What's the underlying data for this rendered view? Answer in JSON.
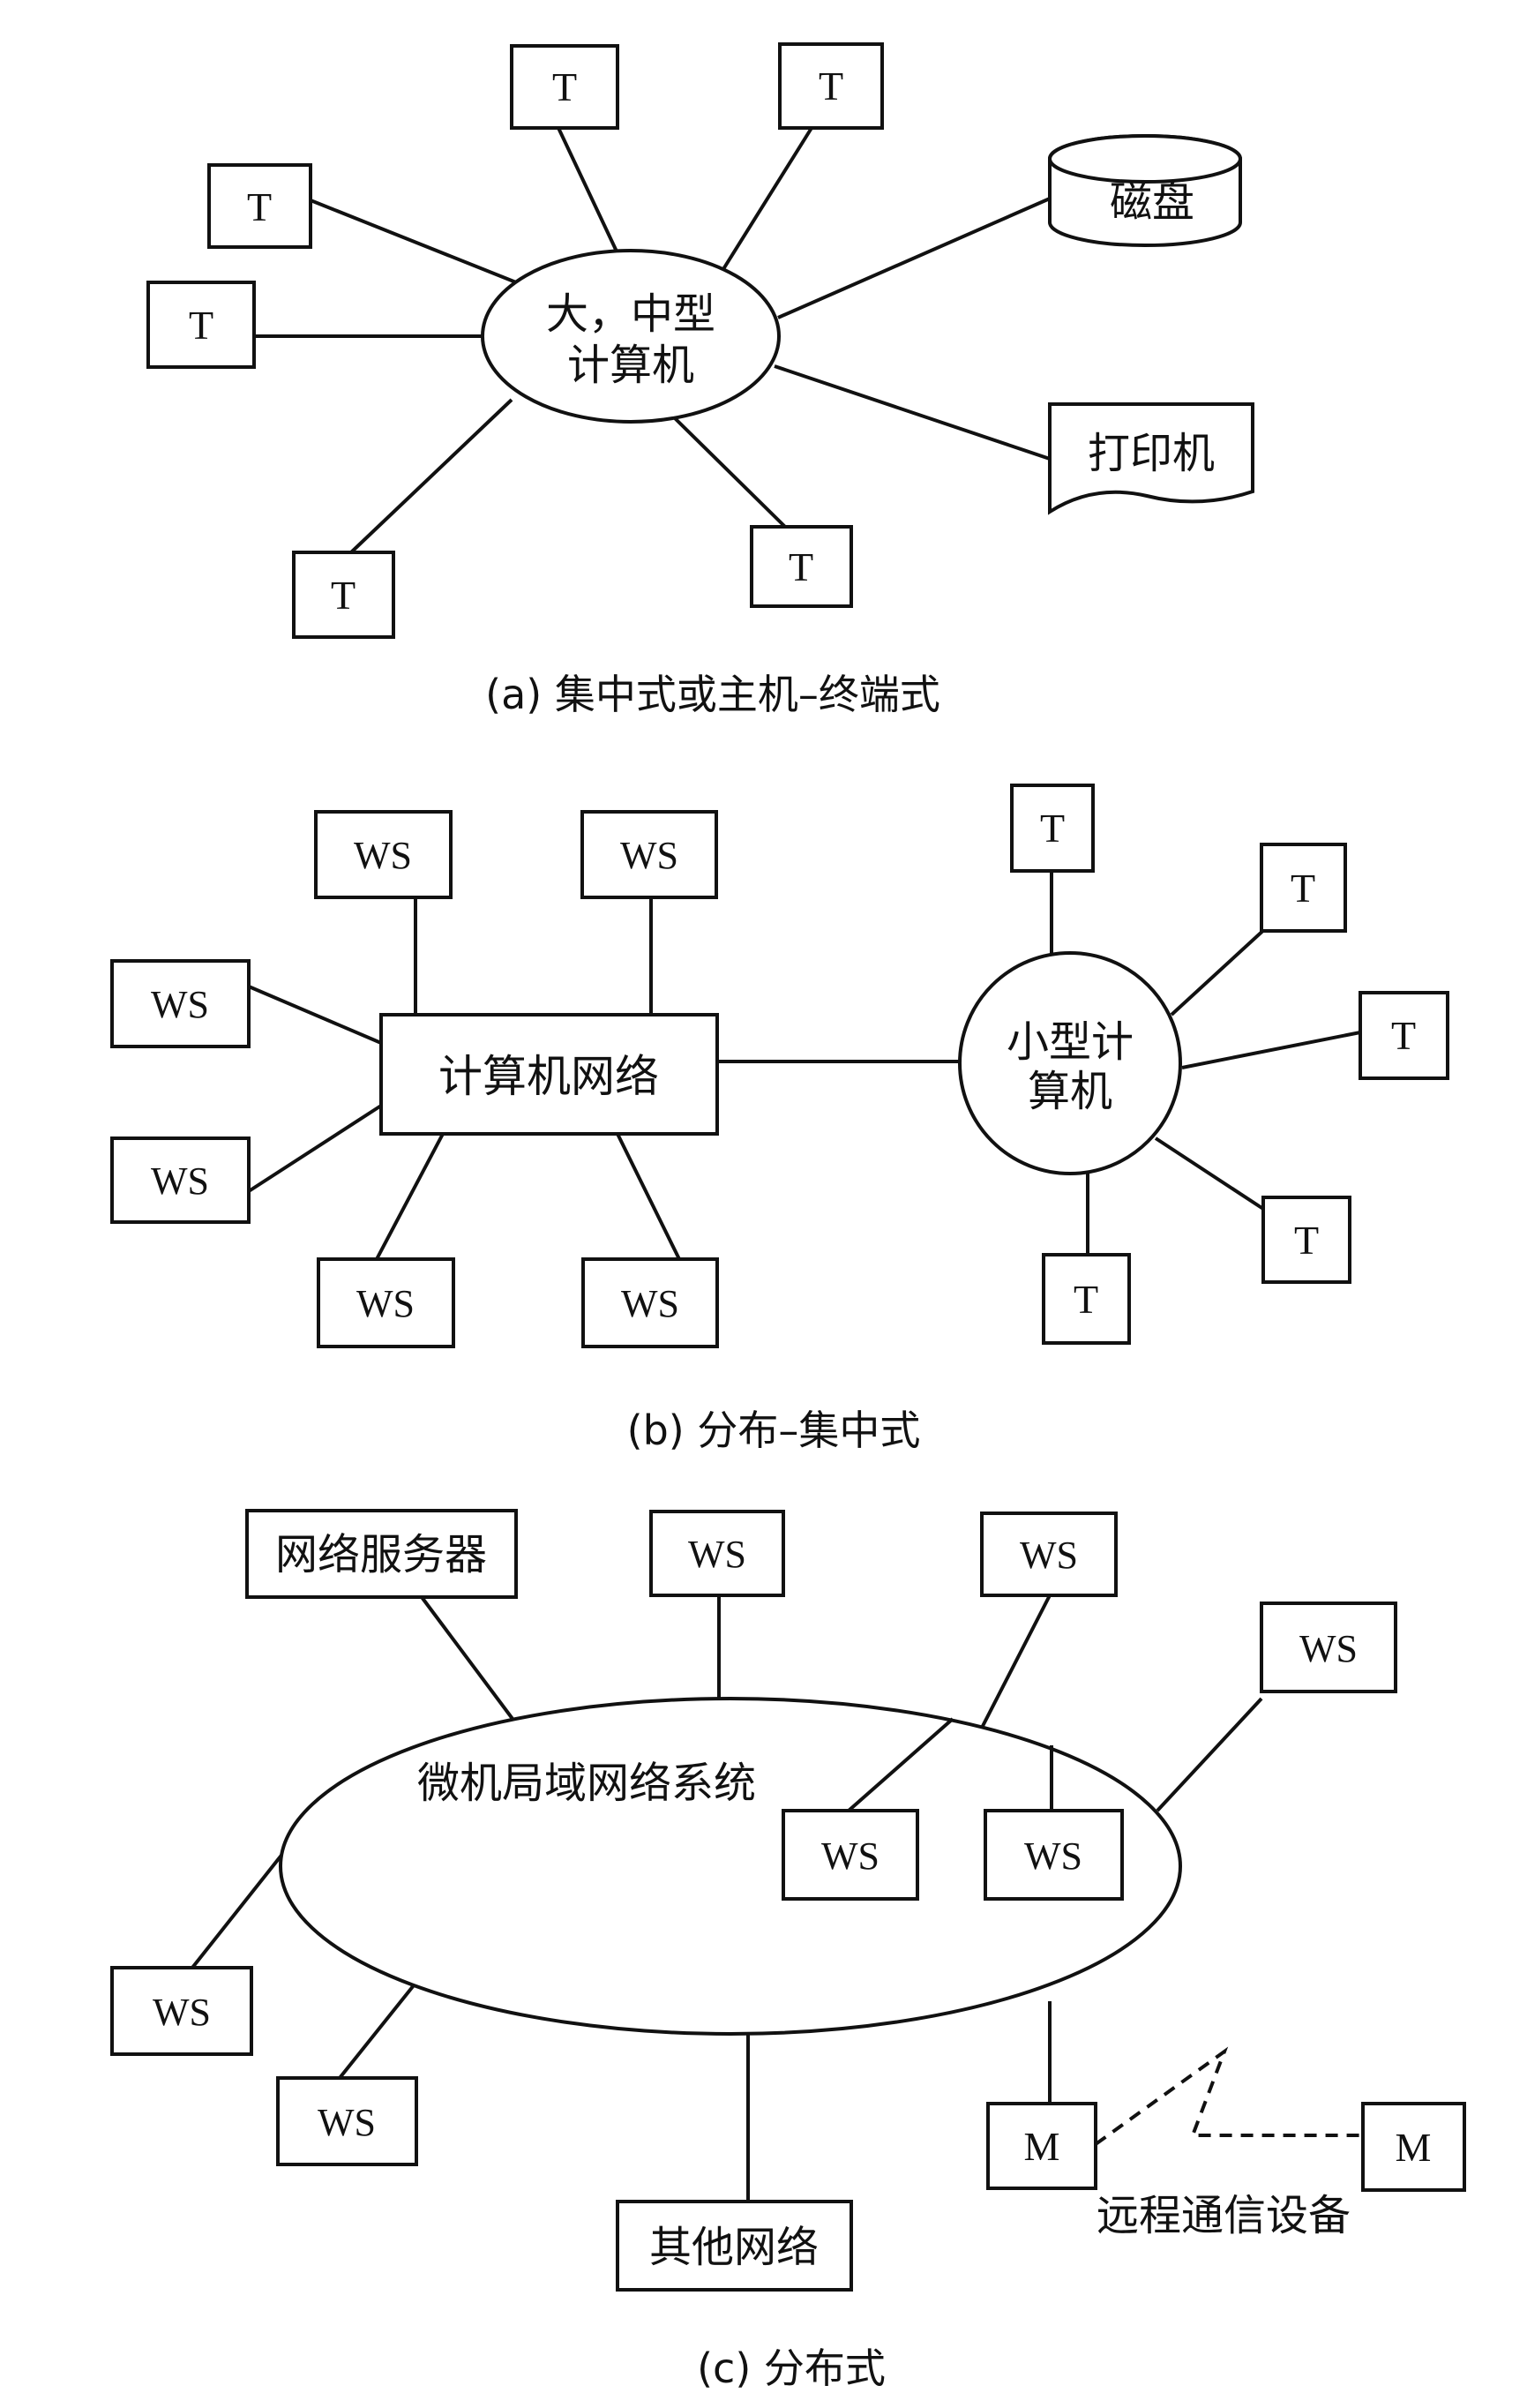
{
  "panel_a": {
    "center": [
      "大，中型",
      "计算机"
    ],
    "terminal": "T",
    "disk": "磁盘",
    "printer": "打印机",
    "caption": "(a) 集中式或主机–终端式"
  },
  "panel_b": {
    "network": "计算机网络",
    "workstation": "WS",
    "minicomputer": [
      "小型计",
      "算机"
    ],
    "terminal": "T",
    "caption": "(b) 分布–集中式"
  },
  "panel_c": {
    "lan": "微机局域网络系统",
    "server": "网络服务器",
    "workstation": "WS",
    "other_network": "其他网络",
    "modem": "M",
    "remote_label": "远程通信设备",
    "caption": "(c) 分布式"
  }
}
